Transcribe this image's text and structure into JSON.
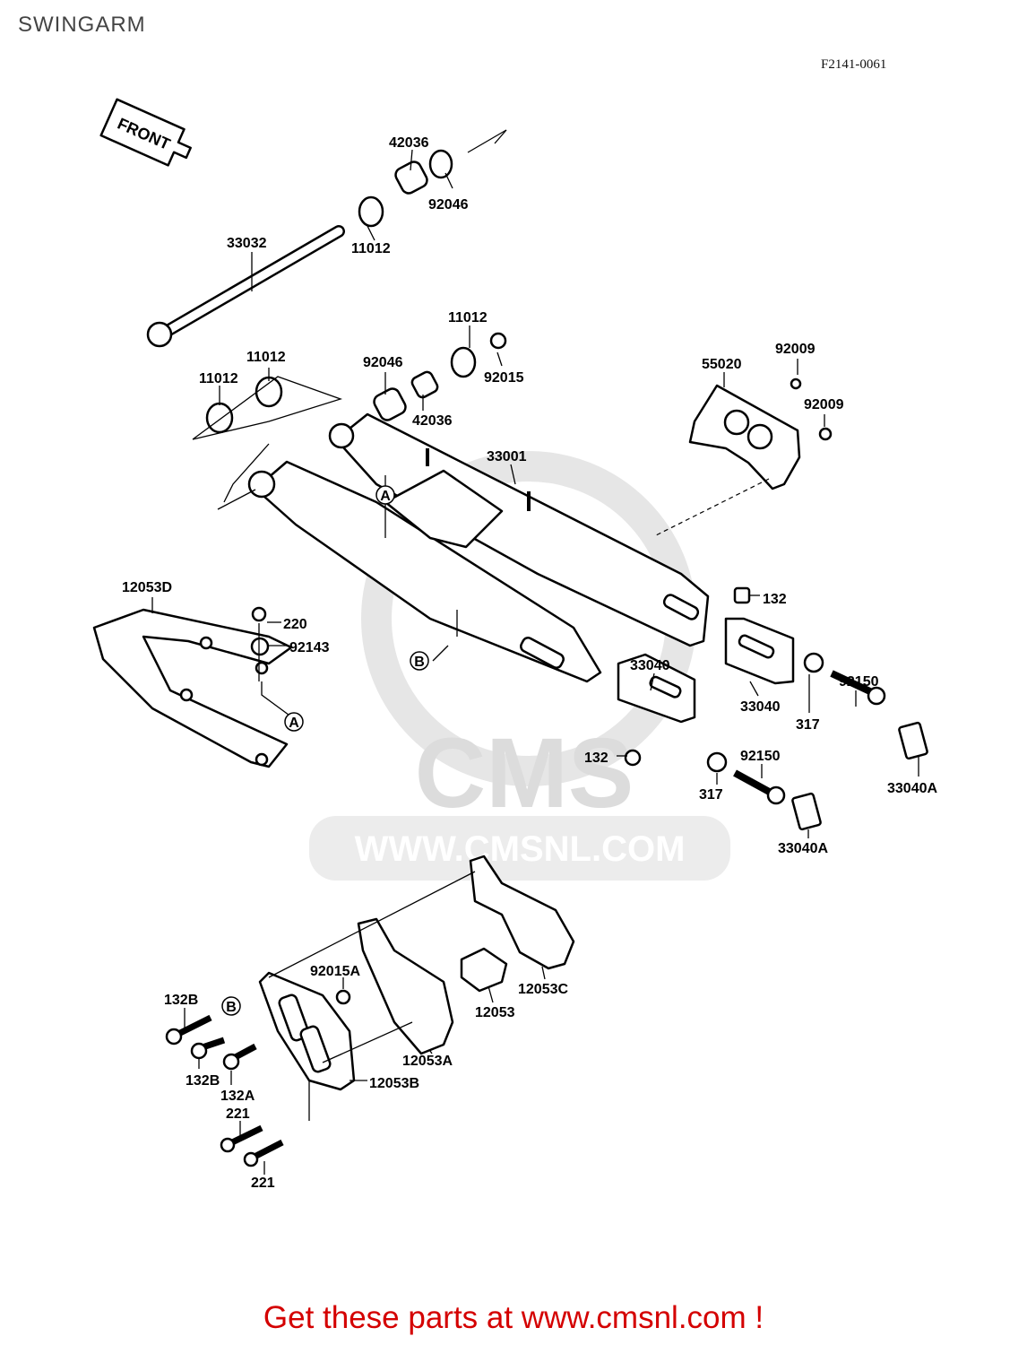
{
  "header": {
    "title": "SWINGARM",
    "drawing_code": "F2141-0061"
  },
  "front_arrow": {
    "label": "FRONT"
  },
  "watermark": {
    "logo_text": "CMS",
    "url_text": "WWW.CMSNL.COM"
  },
  "callouts": {
    "p42036_top": "42036",
    "p92046_top": "92046",
    "p33032": "33032",
    "p11012_top": "11012",
    "p11012_mid": "11012",
    "p92046_mid": "92046",
    "p92015": "92015",
    "p42036_mid": "42036",
    "p11012_left_a": "11012",
    "p11012_left_b": "11012",
    "p55020": "55020",
    "p92009_a": "92009",
    "p92009_b": "92009",
    "p33001": "33001",
    "ref_a_arm": "A",
    "p12053D": "12053D",
    "p220": "220",
    "p92143": "92143",
    "ref_a_guide": "A",
    "ref_b_arm": "B",
    "p132_right": "132",
    "p33040_mid": "33040",
    "p33040_right": "33040",
    "p92150_right": "92150",
    "p317_right": "317",
    "p132_mid": "132",
    "p92150_mid": "92150",
    "p317_mid": "317",
    "p33040A_right": "33040A",
    "p33040A_mid": "33040A",
    "p92015A": "92015A",
    "p132B_a": "132B",
    "ref_b_guide": "B",
    "p132B_b": "132B",
    "p132A": "132A",
    "p221_a": "221",
    "p221_b": "221",
    "p12053C": "12053C",
    "p12053": "12053",
    "p12053A": "12053A",
    "p12053B": "12053B"
  },
  "footer": {
    "cta": "Get these parts at www.cmsnl.com !"
  },
  "colors": {
    "cta": "#d40000",
    "watermark": "#dcdcdc",
    "ink": "#000000"
  }
}
